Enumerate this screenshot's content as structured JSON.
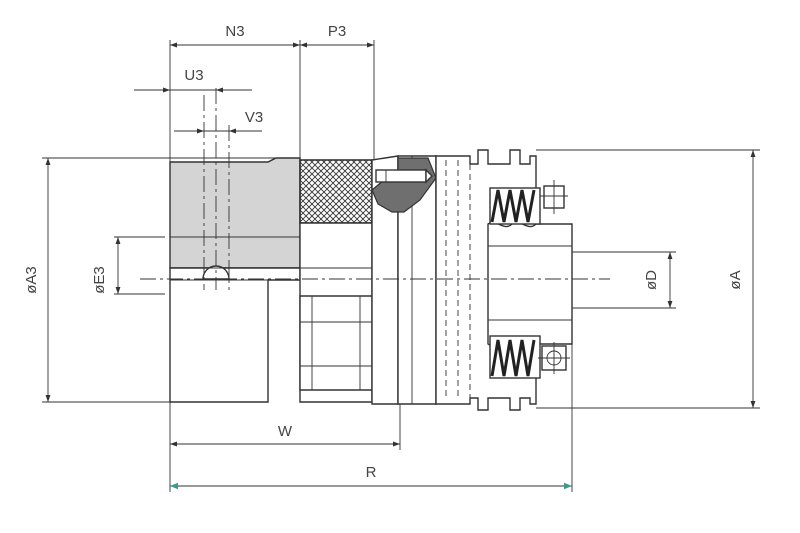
{
  "labels": {
    "n3": "N3",
    "p3": "P3",
    "u3": "U3",
    "v3": "V3",
    "a3": "øA3",
    "e3": "øE3",
    "d": "øD",
    "a": "øA",
    "w": "W",
    "r": "R"
  },
  "colors": {
    "line": "#333333",
    "shade": "#d4d4d4",
    "dark": "#6f6f6f",
    "arrow_teal": "#3a9a8c"
  }
}
